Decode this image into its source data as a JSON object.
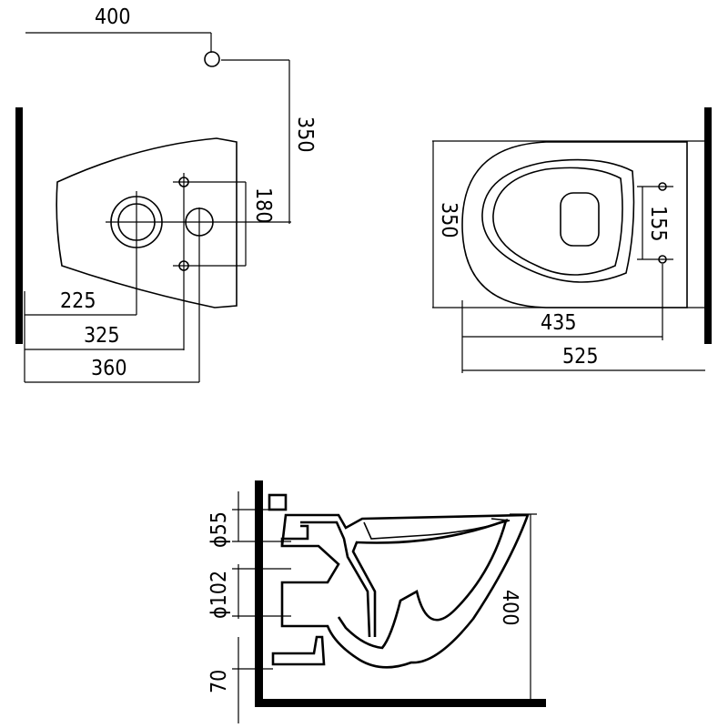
{
  "side_view": {
    "dim_top_width": "400",
    "dim_right_height": "350",
    "dim_inlet_spacing": "180",
    "dim_225": "225",
    "dim_325": "325",
    "dim_360": "360"
  },
  "top_view": {
    "dim_height": "350",
    "dim_bolt_spacing": "155",
    "dim_435": "435",
    "dim_525": "525"
  },
  "section_view": {
    "dim_inlet_diameter": "ϕ55",
    "dim_outlet_diameter": "ϕ102",
    "dim_floor_offset": "70",
    "dim_height": "400"
  }
}
